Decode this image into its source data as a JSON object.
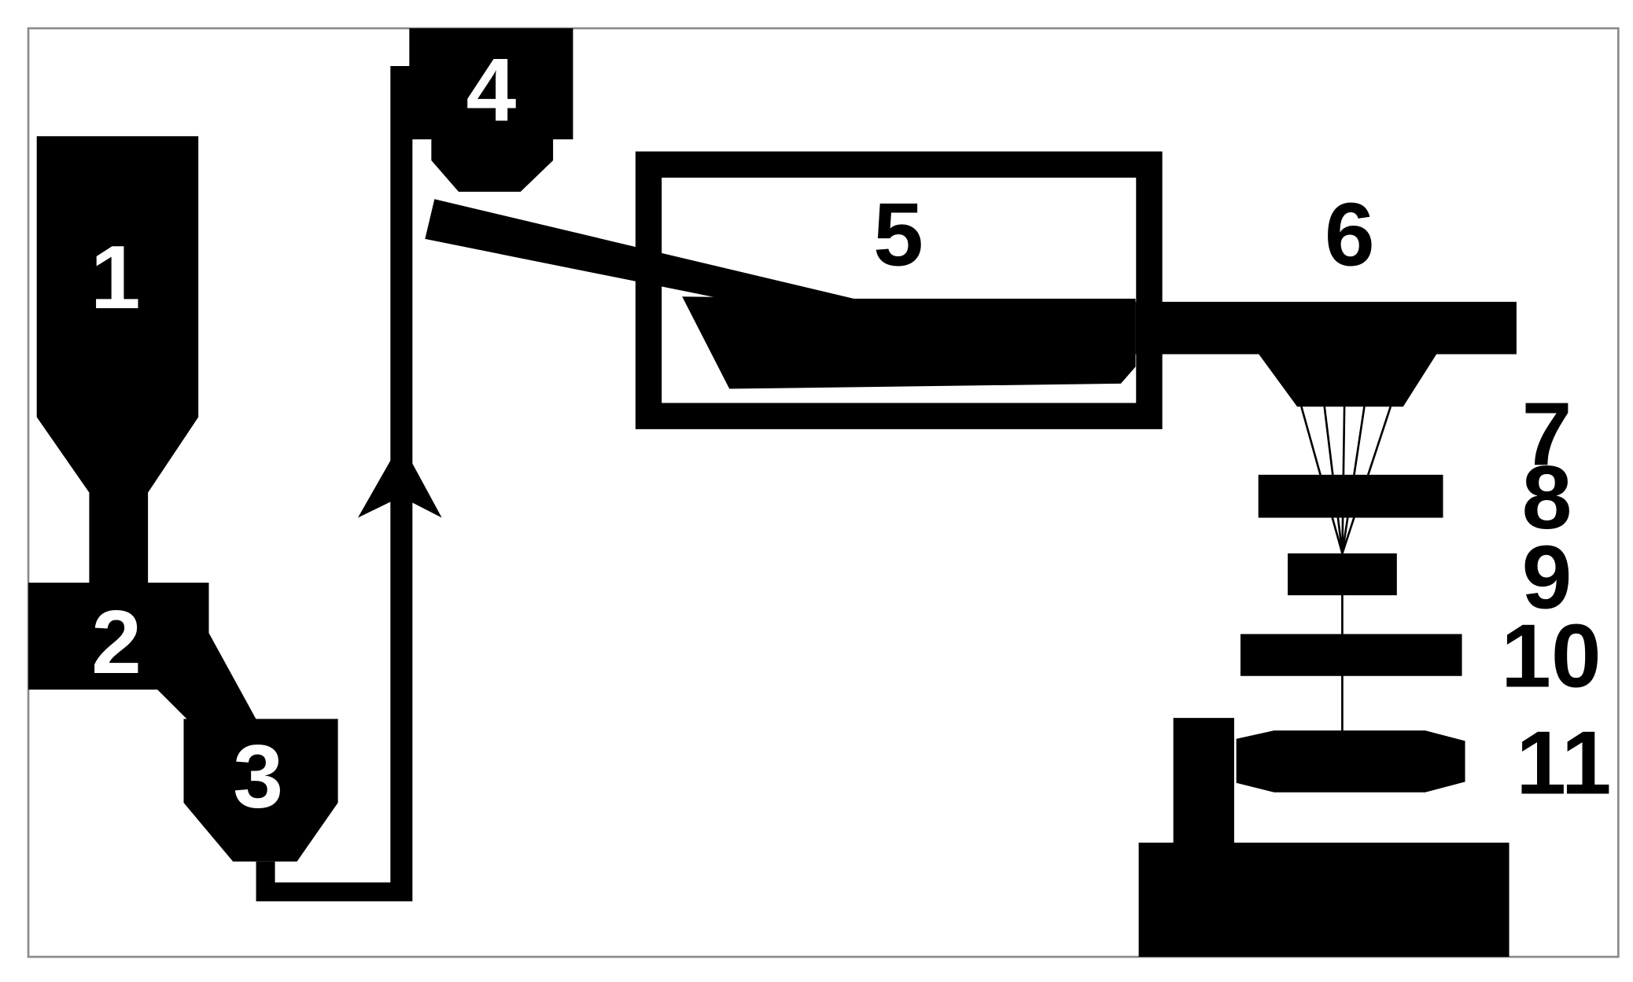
{
  "diagram": {
    "labels": {
      "l1": "1",
      "l2": "2",
      "l3": "3",
      "l4": "4",
      "l5": "5",
      "l6": "6",
      "l7": "7",
      "l8": "8",
      "l9": "9",
      "l10": "10",
      "l11": "11"
    },
    "colors": {
      "ink": "#000000",
      "paper": "#ffffff",
      "border": "#8a8a8a"
    }
  }
}
